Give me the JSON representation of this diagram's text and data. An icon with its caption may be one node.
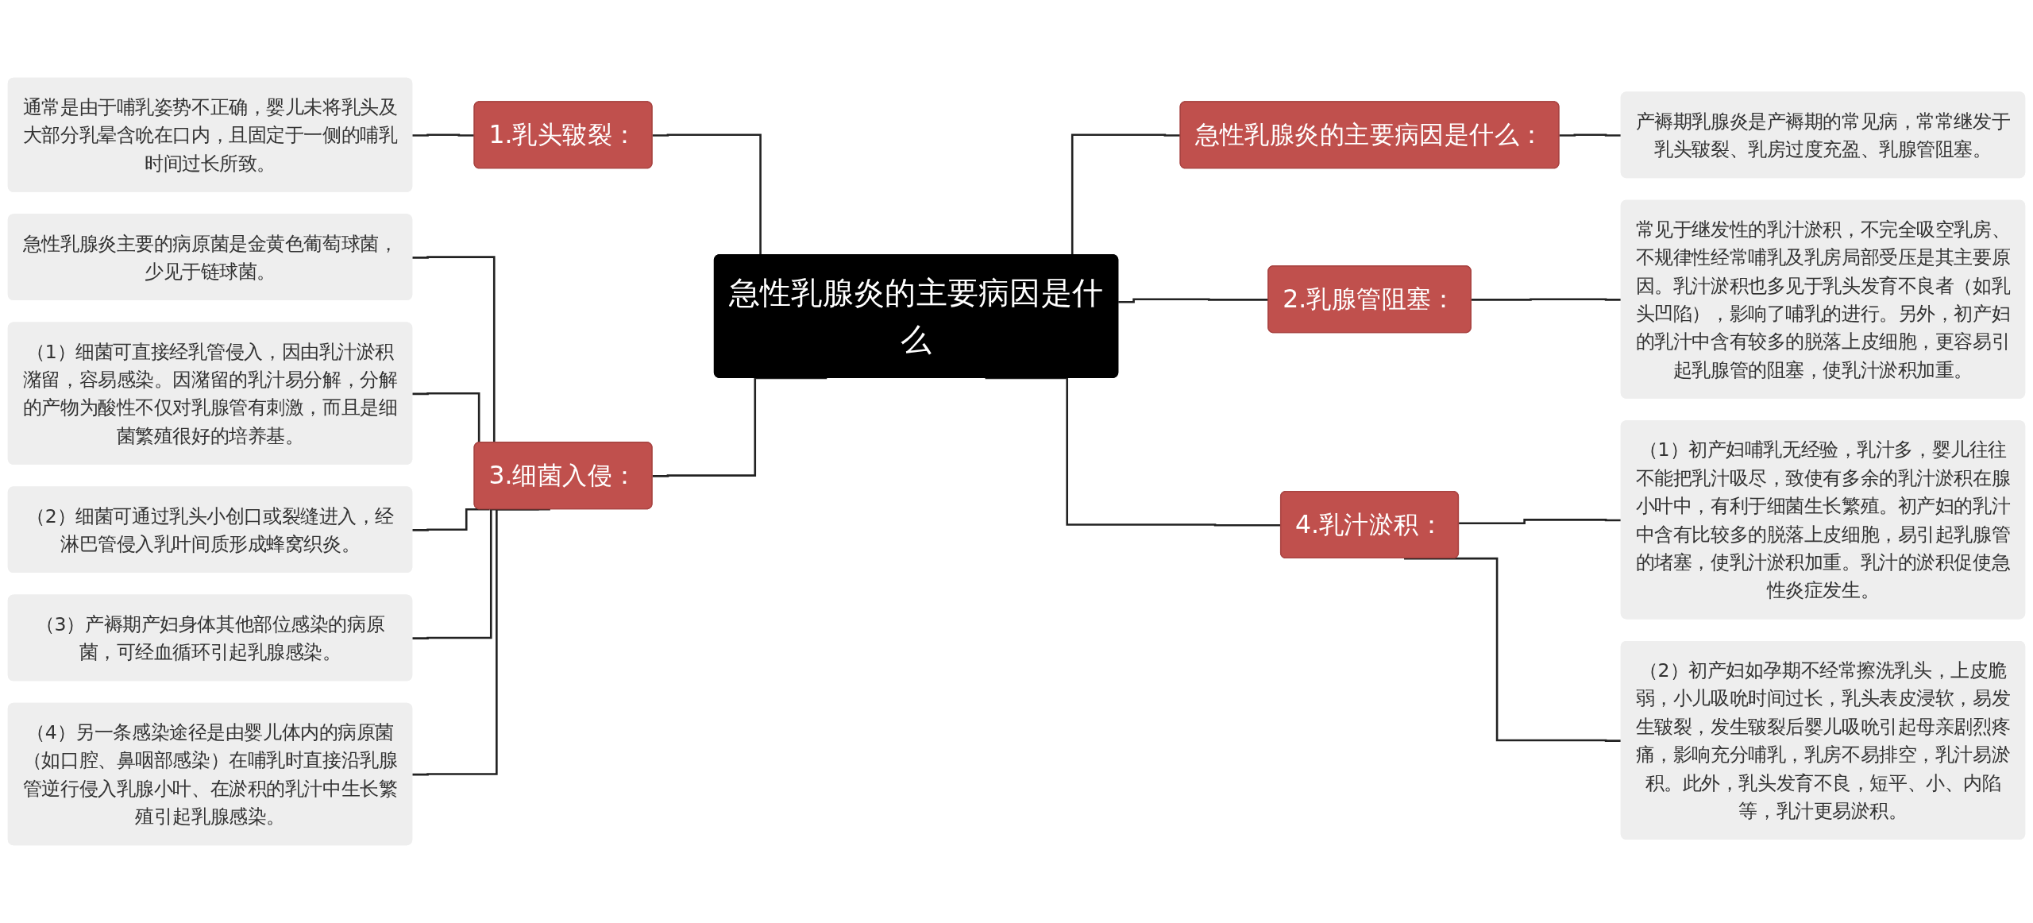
{
  "diagram": {
    "nodes": [
      {
        "text": [
          "急性乳腺炎的主要病因是什么"
        ]
      },
      {
        "text": [
          "1.乳头皲裂："
        ]
      },
      {
        "text": [
          "通常是由于哺乳姿势不正确，婴儿未将乳头及大部分乳晕含吮在口内，且固定于一侧的哺乳时间过长所致。"
        ]
      },
      {
        "text": [
          "3.细菌入侵："
        ]
      },
      {
        "text": [
          "急性乳腺炎主要的病原菌是金黄色葡萄球菌，少见于链球菌。"
        ]
      },
      {
        "text": [
          "（1）细菌可直接经乳管侵入，因由乳汁淤积潴留，容易感染。因潴留的乳汁易分解，分解的产物为酸性不仅对乳腺管有刺激，而且是细菌繁殖很好的培养基。"
        ]
      },
      {
        "text": [
          "（2）细菌可通过乳头小创口或裂缝进入，经淋巴管侵入乳叶间质形成蜂窝织炎。"
        ]
      },
      {
        "text": [
          "（3）产褥期产妇身体其他部位感染的病原菌，可经血循环引起乳腺感染。"
        ]
      },
      {
        "text": [
          "（4）另一条感染途径是由婴儿体内的病原菌（如口腔、鼻咽部感染）在哺乳时直接沿乳腺管逆行侵入乳腺小叶、在淤积的乳汁中生长繁殖引起乳腺感染。"
        ]
      },
      {
        "text": [
          "急性乳腺炎的主要病因是什么："
        ]
      },
      {
        "text": [
          "产褥期乳腺炎是产褥期的常见病，常常继发于乳头皲裂、乳房过度充盈、乳腺管阻塞。"
        ]
      },
      {
        "text": [
          "2.乳腺管阻塞："
        ]
      },
      {
        "text": [
          "常见于继发性的乳汁淤积，不完全吸空乳房、不规律性经常哺乳及乳房局部受压是其主要原因。乳汁淤积也多见于乳头发育不良者（如乳头凹陷），影响了哺乳的进行。另外，初产妇的乳汁中含有较多的脱落上皮细胞，更容易引起乳腺管的阻塞，使乳汁淤积加重。"
        ]
      },
      {
        "text": [
          "4.乳汁淤积："
        ]
      },
      {
        "text": [
          "（1）初产妇哺乳无经验，乳汁多，婴儿往往不能把乳汁吸尽，致使有多余的乳汁淤积在腺小叶中，有利于细菌生长繁殖。初产妇的乳汁中含有比较多的脱落上皮细胞，易引起乳腺管的堵塞，使乳汁淤积加重。乳汁的淤积促使急性炎症发生。"
        ]
      },
      {
        "text": [
          "（2）初产妇如孕期不经常擦洗乳头，上皮脆弱，小儿吸吮时间过长，乳头表皮浸软，易发生皲裂，发生皲裂后婴儿吸吮引起母亲剧烈疼痛，影响充分哺乳，乳房不易排空，乳汁易淤积。此外，乳头发育不良，短平、小、内陷等，乳汁更易淤积。"
        ]
      }
    ],
    "edges": [
      {
        "from": 0,
        "to": 1,
        "arrow": "none"
      },
      {
        "from": 1,
        "to": 2,
        "arrow": "none"
      },
      {
        "from": 0,
        "to": 3,
        "arrow": "none"
      },
      {
        "from": 3,
        "to": 4,
        "arrow": "none"
      },
      {
        "from": 3,
        "to": 5,
        "arrow": "none"
      },
      {
        "from": 3,
        "to": 6,
        "arrow": "none"
      },
      {
        "from": 3,
        "to": 7,
        "arrow": "none"
      },
      {
        "from": 3,
        "to": 8,
        "arrow": "none"
      },
      {
        "from": 0,
        "to": 9,
        "arrow": "none"
      },
      {
        "from": 9,
        "to": 10,
        "arrow": "none"
      },
      {
        "from": 0,
        "to": 11,
        "arrow": "none"
      },
      {
        "from": 11,
        "to": 12,
        "arrow": "none"
      },
      {
        "from": 0,
        "to": 13,
        "arrow": "none"
      },
      {
        "from": 13,
        "to": 14,
        "arrow": "none"
      },
      {
        "from": 13,
        "to": 15,
        "arrow": "none"
      }
    ]
  }
}
